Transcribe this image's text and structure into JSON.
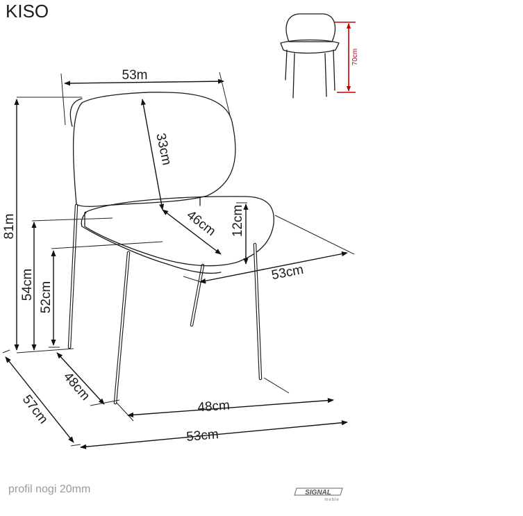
{
  "title": "KISO",
  "dimensions": {
    "backrest_width": "53m",
    "backrest_height": "33cm",
    "seat_depth": "46cm",
    "seat_thickness": "12cm",
    "seat_width": "53cm",
    "total_height": "81m",
    "seat_height": "54cm",
    "seat_height_front": "52cm",
    "legs_depth": "48cm",
    "total_depth": "57cm",
    "legs_width": "48cm",
    "total_width": "53cm",
    "thumbnail_height": "70cm"
  },
  "footer": {
    "leg_profile": "profil nogi 20mm",
    "brand": "SIGNAL",
    "brand_sub": "meble"
  },
  "colors": {
    "line": "#1a1a1a",
    "accent": "#c00000",
    "note": "#9a9a9a"
  }
}
